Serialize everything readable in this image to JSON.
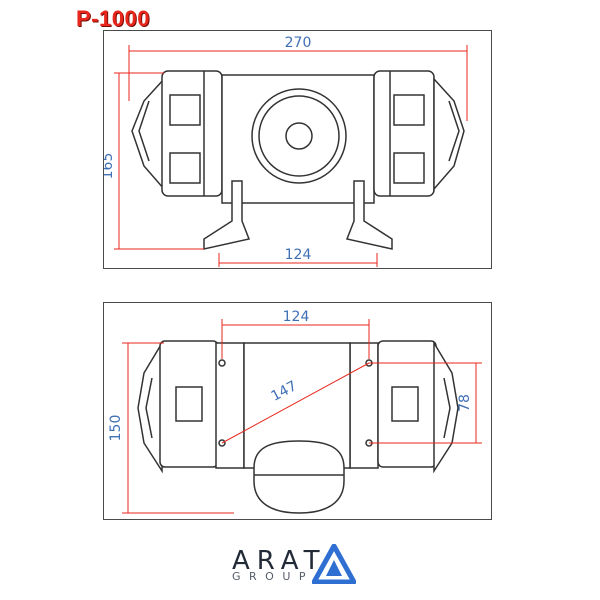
{
  "title": "P-1000",
  "top_view": {
    "dim_width": "270",
    "dim_height": "165",
    "dim_base": "124"
  },
  "bottom_view": {
    "dim_base": "124",
    "dim_diagonal": "147",
    "dim_height": "150",
    "dim_holes": "78"
  },
  "logo": {
    "word": "ARAT",
    "sub": "GROUP",
    "accent": "#2f6fd1"
  },
  "colors": {
    "title": "#e8261c",
    "dimension_line": "#e8261c",
    "dimension_text": "#3f6fb4"
  }
}
